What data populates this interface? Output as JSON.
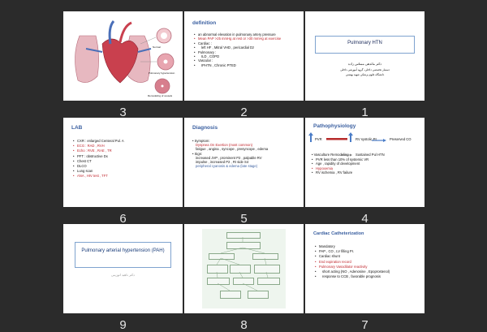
{
  "slides": [
    {
      "number": "3",
      "type": "image",
      "caption_labels": [
        "Pulmonary hypertension",
        "Normal",
        "Remodeling of vessels"
      ]
    },
    {
      "number": "2",
      "title": "definition",
      "lines": [
        "an abnormal elevation in pulmonary artery pressure",
        "Mean PAP >25 mmHg at rest or >30 mmHg at exercise",
        "Cardiac :",
        "left HF , Mitral VHD , pericardial Dz",
        "Pulmonary :",
        "ILD , COPD",
        "Vascular :",
        "IPHTN , Chronic PTED"
      ]
    },
    {
      "number": "1",
      "title": "Pulmonary HTN",
      "author": "دکتر مائدهى ممتاس زاده",
      "affil1": "دستیار تخصصی داخلی، گروه آموزشی داخلی",
      "affil2": "دانشگاه علوم پزشکی شهید بهشتی"
    },
    {
      "number": "6",
      "title": "LAB",
      "items": [
        "CXR : enlarged Centeral Pul. A",
        "ECG : RAD , RVH",
        "Echo : RVE , RAE , TR",
        "PFT : obstructive Dx",
        "Chest CT",
        "DLCO",
        "Lung scan",
        "ANA , HIV test , TFT"
      ]
    },
    {
      "number": "5",
      "title": "Diagnosis",
      "lines": [
        "Symptom:",
        "Dyspnea On Exertion (most common)",
        "fatigue , angina , syncope , presyncope , edema",
        "Sign:",
        "increased JVP , prominent P2 , palpable RV",
        "impulse , increased P2 , RI side S4",
        "peripheral cyanosis & edema (late stage)"
      ]
    },
    {
      "number": "4",
      "title": "Pathophysiology",
      "lines": [
        "PVR",
        "RV systolic Pr",
        "Preserved CO",
        "Vasculture Remodeling",
        "Sustained Pul HTN",
        "PVR less than 10% of systemic VR",
        "Age , rapidity of development",
        "Hypoxemia",
        "RV ischemia , RV failure"
      ]
    },
    {
      "number": "9",
      "title": "Pulmonary arterial hypertension (PAH)",
      "subtitle": "دکتر ناهید اتوزینی"
    },
    {
      "number": "8",
      "type": "flowchart"
    },
    {
      "number": "7",
      "title": "Cardiac Catheterization",
      "lines": [
        "Mandatory",
        "PAP , CO , LV filling Pr.",
        "Cardiac shunt",
        "End expiration record",
        "Pulmonary Vasodilator reactivity",
        "short acting (NO , Adenosine , Epoprostenol)",
        "response to CCB , favorable prognosis"
      ]
    }
  ]
}
